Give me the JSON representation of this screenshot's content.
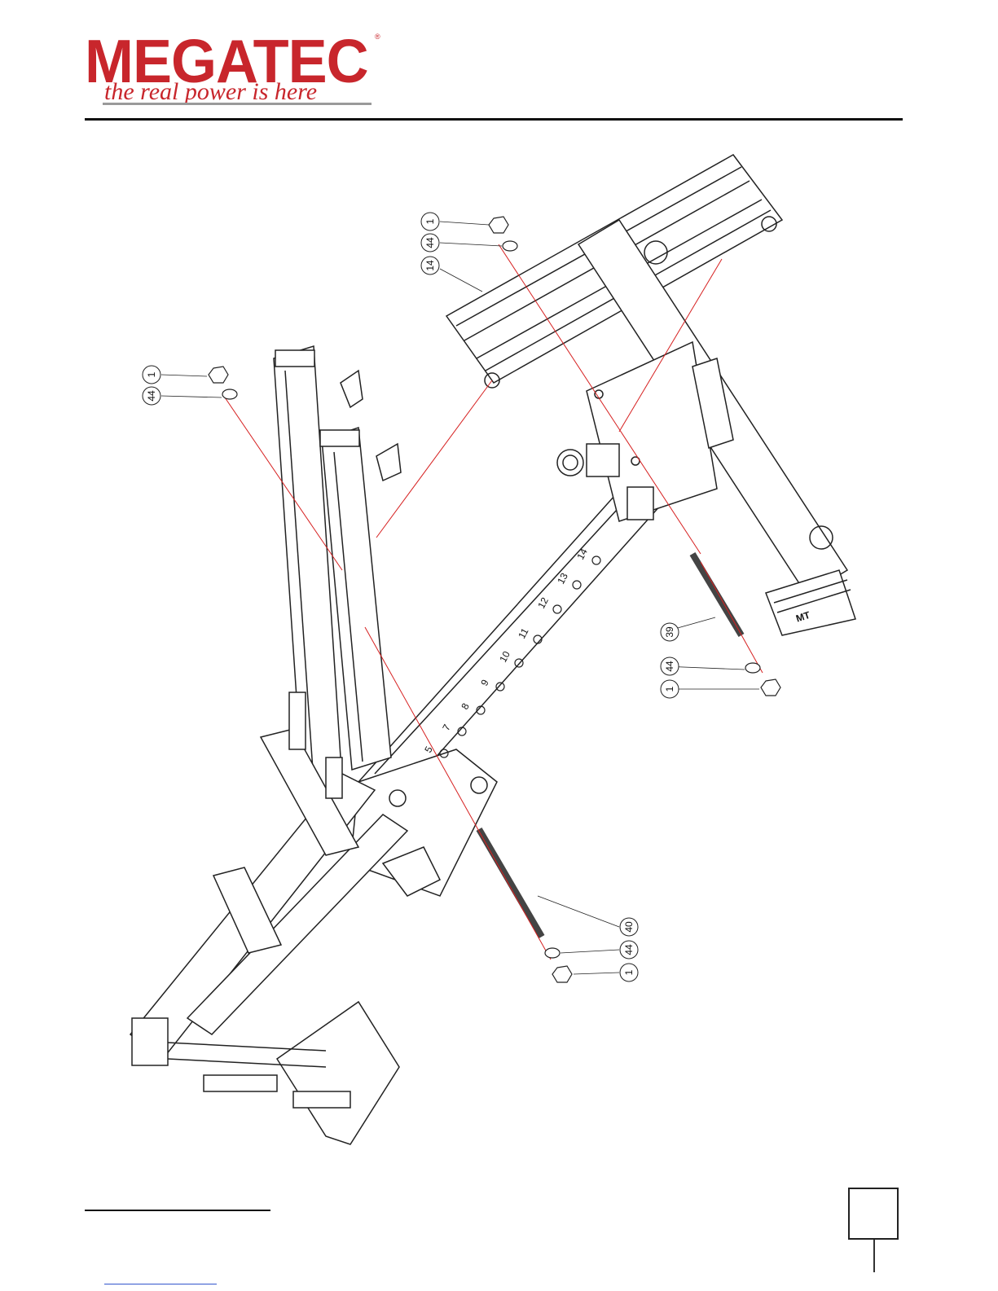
{
  "header": {
    "brand": "MEGATEC",
    "tagline": "the real power is here",
    "reg_mark": "®"
  },
  "callouts": {
    "top_right": {
      "labels": [
        "1",
        "44",
        "14"
      ]
    },
    "top_left": {
      "labels": [
        "1",
        "44"
      ]
    },
    "right_pin": {
      "labels": [
        "39",
        "44",
        "1"
      ]
    },
    "bottom_pin": {
      "labels": [
        "40",
        "44",
        "1"
      ]
    }
  },
  "frame": {
    "hole_numbers": [
      "5",
      "7",
      "8",
      "9",
      "10",
      "11",
      "12",
      "13",
      "14"
    ],
    "end_cap_mark": "MT"
  },
  "colors": {
    "brand_red": "#c8262c",
    "assembly_line_red": "#d62020",
    "line_dark": "#222222"
  }
}
